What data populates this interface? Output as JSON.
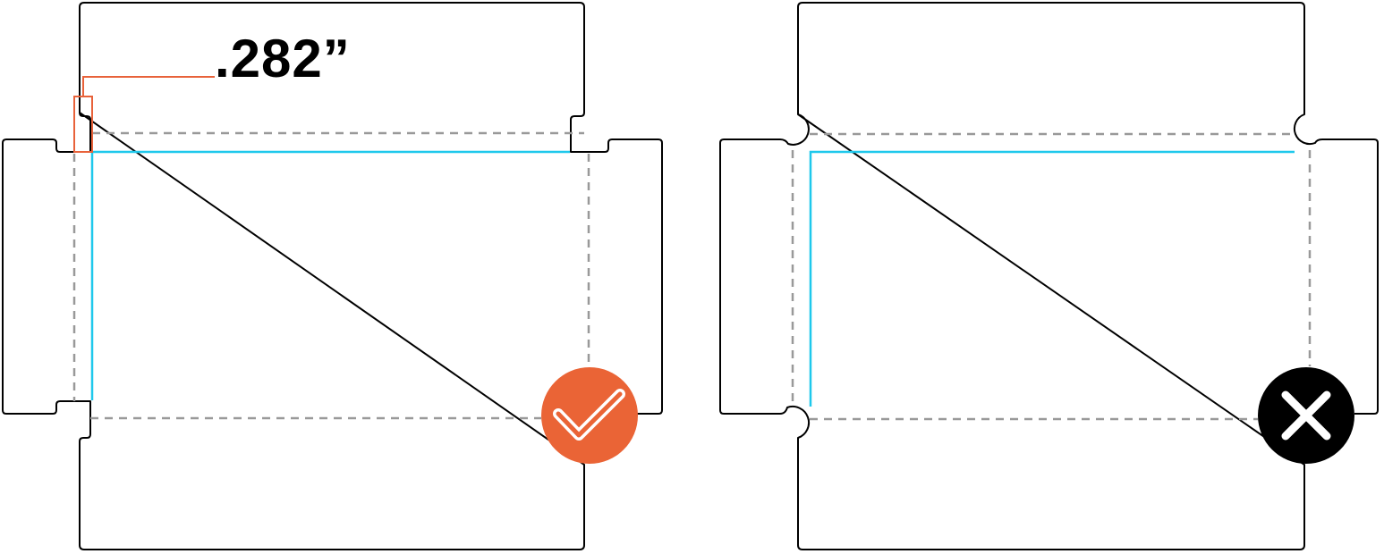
{
  "dimension_label": ".282”",
  "diagrams": [
    {
      "name": "correct-box-template",
      "corner_style": "square-notch",
      "status": "correct",
      "status_icon": "check-icon",
      "status_color": "#ea6436"
    },
    {
      "name": "incorrect-box-template",
      "corner_style": "round-notch",
      "status": "incorrect",
      "status_icon": "x-icon",
      "status_color": "#000000"
    }
  ],
  "colors": {
    "callout": "#e8623a",
    "inner_edge": "#1ec8ec",
    "fold_line": "#999999",
    "outline": "#000000"
  }
}
